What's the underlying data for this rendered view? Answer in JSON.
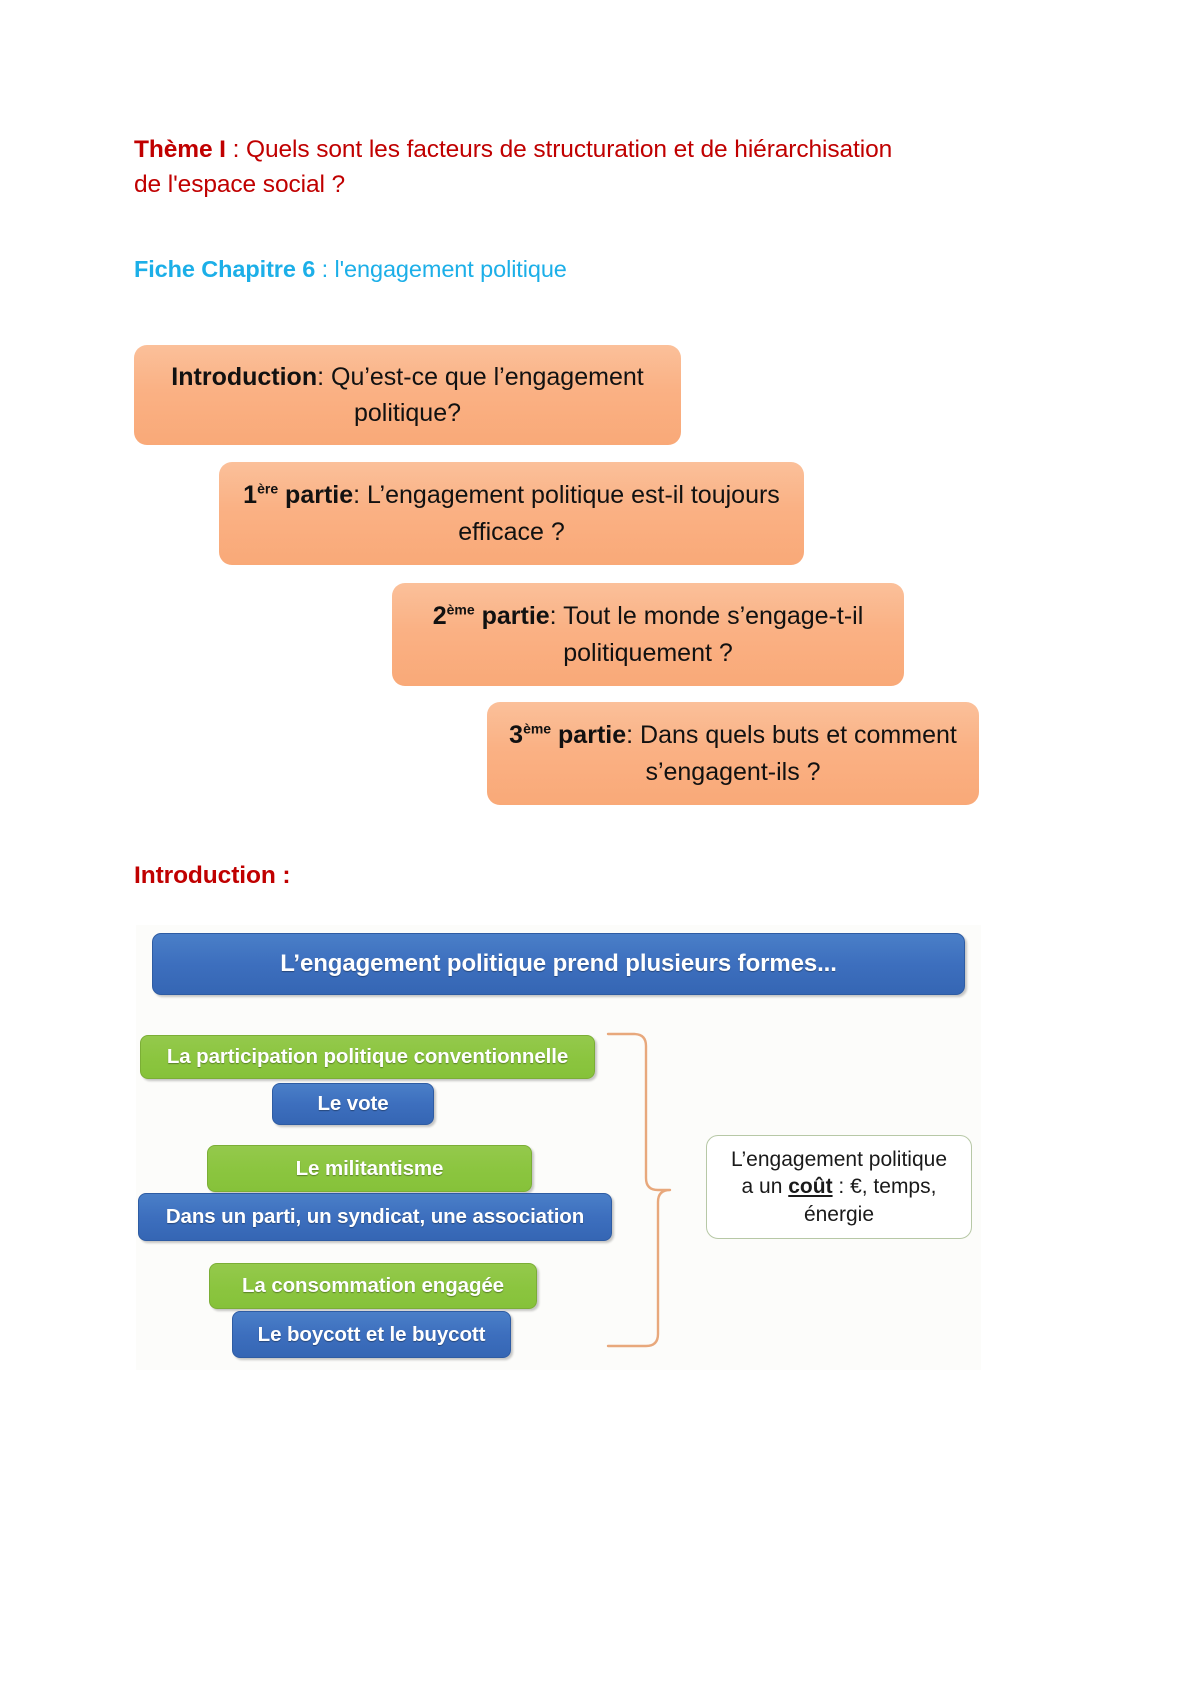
{
  "document": {
    "theme": {
      "label": "Thème I",
      "separator": " : ",
      "text": "Quels sont les facteurs de structuration et de hiérarchisation de l'espace social ?"
    },
    "chapter": {
      "label": "Fiche Chapitre 6",
      "separator": " : ",
      "text": "l'engagement politique"
    },
    "intro_heading": "Introduction :"
  },
  "plan_diagram": {
    "boxes": [
      {
        "lead": "Introduction",
        "lead_sup": "",
        "body": ": Qu’est-ce que l’engagement politique?"
      },
      {
        "lead": "1",
        "lead_sup": "ère",
        "lead_tail": " partie",
        "body": ": L’engagement politique est-il toujours efficace ?"
      },
      {
        "lead": "2",
        "lead_sup": "ème",
        "lead_tail": " partie",
        "body": ": Tout le monde s’engage-t-il politiquement ?"
      },
      {
        "lead": "3",
        "lead_sup": "ème",
        "lead_tail": " partie",
        "body": ": Dans quels buts et comment s’engagent-ils ?"
      }
    ],
    "colors": {
      "fill": "#F9A978",
      "text": "#111111"
    }
  },
  "forms_diagram": {
    "title": "L’engagement politique prend plusieurs formes...",
    "rows": [
      {
        "category": "La participation politique conventionnelle",
        "example": "Le vote"
      },
      {
        "category": "Le militantisme",
        "example": "Dans un parti, un syndicat, une association"
      },
      {
        "category": "La consommation engagée",
        "example": "Le boycott et le buycott"
      }
    ],
    "callout": {
      "line1": "L’engagement politique",
      "line2_before": "a un ",
      "line2_underlined": "coût",
      "line2_after": " : €, temps,",
      "line3": "énergie"
    },
    "colors": {
      "title_fill": "#3D6FBE",
      "category_fill": "#8BC53F",
      "example_fill": "#3D6FBE",
      "bracket": "#E8A87C",
      "callout_border": "#B7C8A6"
    }
  }
}
